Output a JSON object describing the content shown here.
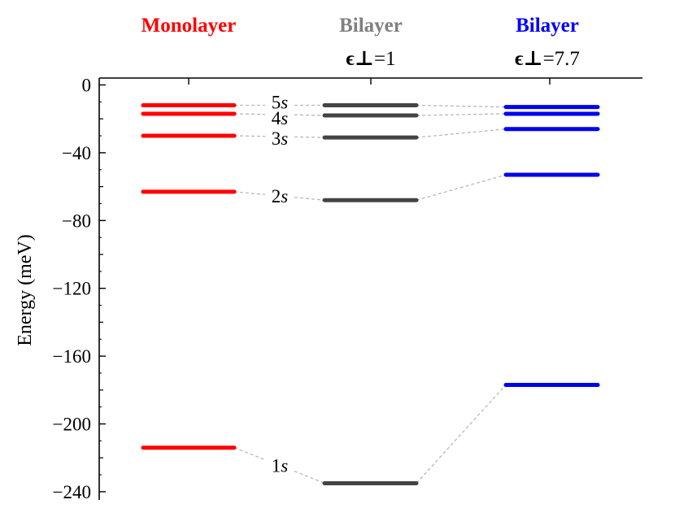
{
  "chart_data": {
    "type": "energy-level diagram",
    "ylabel": "Energy (meV)",
    "ylim": [
      -243,
      5
    ],
    "yticks": [
      0,
      -40,
      -80,
      -120,
      -160,
      -200,
      -240
    ],
    "ytick_labels": [
      "0",
      "−40",
      "−80",
      "−120",
      "−160",
      "−200",
      "−240"
    ],
    "state_labels": [
      "5s",
      "4s",
      "3s",
      "2s",
      "1s"
    ],
    "columns": [
      {
        "title": "Monolayer",
        "subtitle_symbol": "",
        "subtitle_value": "",
        "color": "#ff0000",
        "levels": [
          -12,
          -17,
          -30,
          -63,
          -214
        ]
      },
      {
        "title": "Bilayer",
        "subtitle_symbol": "ϵ⊥",
        "subtitle_value": "=1",
        "color": "#444444",
        "title_color": "#808080",
        "levels": [
          -12,
          -18,
          -31,
          -68,
          -235
        ]
      },
      {
        "title": "Bilayer",
        "subtitle_symbol": "ϵ⊥",
        "subtitle_value": "=7.7",
        "color": "#0000ee",
        "title_color": "#0000ff",
        "levels": [
          -13,
          -17,
          -26,
          -53,
          -177
        ]
      }
    ],
    "connector_color": "#b8b8b8",
    "grid": false,
    "legend": "none"
  }
}
